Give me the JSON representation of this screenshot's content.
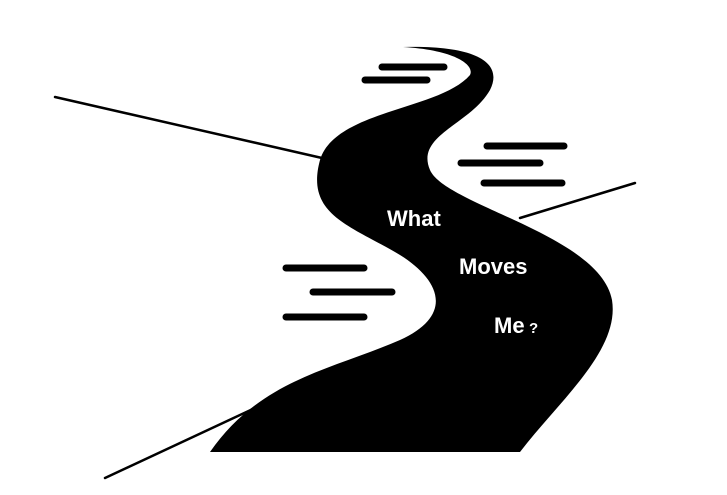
{
  "illustration": {
    "title_words": [
      "What",
      "Moves",
      "Me",
      "?"
    ],
    "colors": {
      "road": "#000000",
      "background": "#ffffff",
      "text": "#ffffff"
    }
  }
}
